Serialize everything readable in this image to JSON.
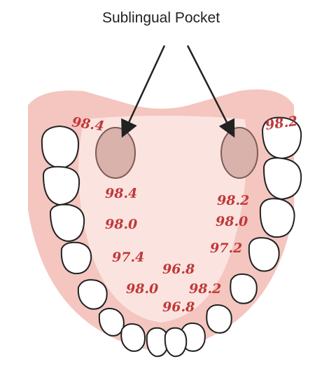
{
  "title": "Sublingual Pocket",
  "colors": {
    "gum": "#f4c6bf",
    "gum_dark": "#eba79d",
    "floor": "#fbe4df",
    "pocket_fill": "#d9b2ac",
    "pocket_stroke": "#7d5b57",
    "arrow": "#222222",
    "reading": "#c0393b",
    "tooth_fill": "#ffffff",
    "tooth_stroke": "#222222"
  },
  "readings": {
    "top_left": "98.4",
    "top_right": "98.2",
    "left_1": "98.4",
    "left_2": "98.0",
    "left_3": "97.4",
    "right_1": "98.2",
    "right_2": "98.0",
    "right_3": "97.2",
    "center_upper": "96.8",
    "lower_left": "98.0",
    "lower_right": "98.2",
    "center_lower": "96.8"
  }
}
